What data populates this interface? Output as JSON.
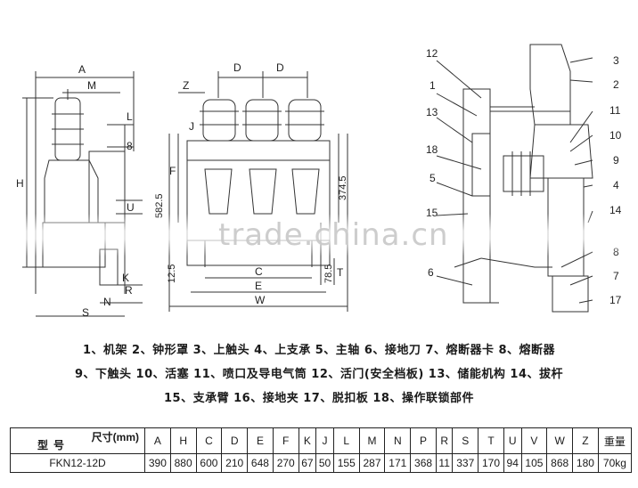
{
  "views": {
    "side_view_left": {
      "labels": [
        "A",
        "M",
        "L",
        "8",
        "H",
        "U",
        "K",
        "R",
        "N",
        "S"
      ]
    },
    "front_view": {
      "labels": [
        "D",
        "D",
        "Z",
        "J",
        "F",
        "582.5",
        "374.5",
        "12.5",
        "78.5",
        "T",
        "C",
        "E",
        "W"
      ]
    },
    "section_view": {
      "labels": [
        "12",
        "1",
        "13",
        "18",
        "5",
        "15",
        "6",
        "3",
        "2",
        "11",
        "10",
        "9",
        "4",
        "14",
        "8",
        "7",
        "17"
      ]
    }
  },
  "watermark": "trade.china.cn",
  "legend": {
    "line1": "1、机架  2、钟形罩  3、上触头  4、上支承  5、主轴  6、接地刀  7、熔断器卡  8、熔断器",
    "line2": "9、下触头  10、活塞  11、喷口及导电气筒  12、活门(安全档板)  13、储能机构  14、拔杆",
    "line3": "15、支承臂  16、接地夹  17、脱扣板  18、操作联锁部件"
  },
  "table": {
    "header_top": "尺寸(mm)",
    "header_bottom": "型号",
    "columns": [
      "A",
      "H",
      "C",
      "D",
      "E",
      "F",
      "K",
      "J",
      "L",
      "M",
      "N",
      "P",
      "R",
      "S",
      "T",
      "U",
      "V",
      "W",
      "Z",
      "重量"
    ],
    "row_label": "FKN12-12D",
    "values": [
      "390",
      "880",
      "600",
      "210",
      "648",
      "270",
      "67",
      "50",
      "155",
      "287",
      "171",
      "368",
      "11",
      "337",
      "170",
      "94",
      "105",
      "868",
      "180",
      "70kg"
    ]
  }
}
